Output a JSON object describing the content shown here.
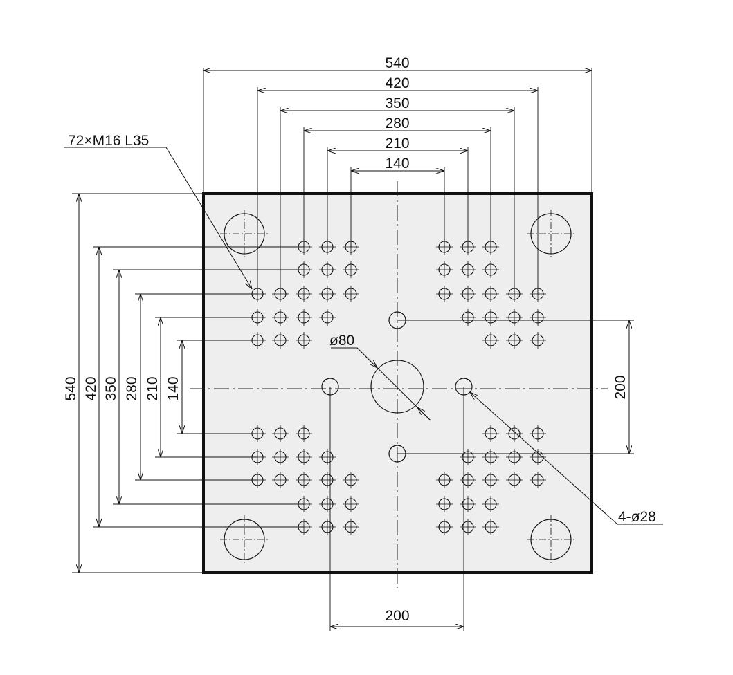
{
  "drawing": {
    "callouts": {
      "tapped_holes": "72×M16 L35",
      "center_bore": "ø80",
      "side_holes": "4-ø28"
    },
    "dimensions": {
      "top": [
        "540",
        "420",
        "350",
        "280",
        "210",
        "140"
      ],
      "left": [
        "540",
        "420",
        "350",
        "280",
        "210",
        "140"
      ],
      "right_spacing": "200",
      "bottom_spacing": "200"
    },
    "colors": {
      "plate_fill": "#eeeeee",
      "line": "#111111"
    }
  }
}
